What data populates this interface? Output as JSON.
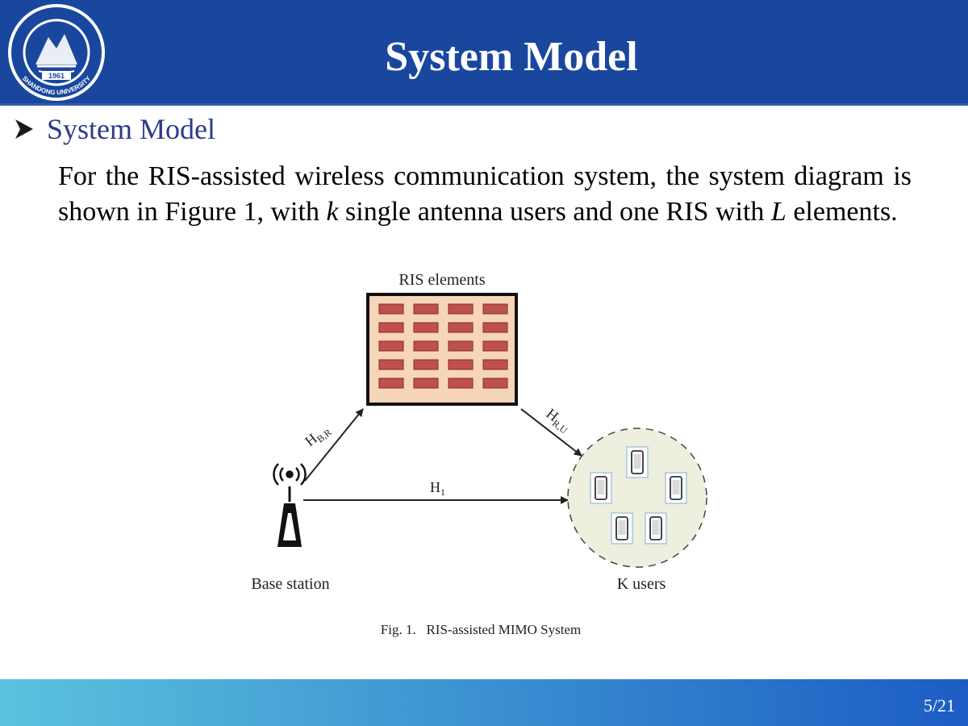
{
  "header": {
    "title": "System Model",
    "logo_year": "1961",
    "logo_text": "SHANDONG UNIVERSITY"
  },
  "section": {
    "bullet": "System Model"
  },
  "paragraph": {
    "part1": "For the RIS-assisted wireless communication system, the system diagram is shown in Figure 1, with ",
    "var_k": "k",
    "part2": " single antenna users and one RIS with ",
    "var_L": "L",
    "part3": " elements."
  },
  "figure": {
    "ris_label": "RIS elements",
    "ris_rows": 5,
    "ris_cols": 4,
    "channel_br_main": "H",
    "channel_br_sub": "B,R",
    "channel_ru_main": "H",
    "channel_ru_sub": "R,U",
    "channel_direct_main": "H",
    "channel_direct_sub": "1",
    "base_station_label": "Base station",
    "users_label": "K users",
    "caption": "Fig. 1.   RIS-assisted MIMO System"
  },
  "footer": {
    "page": "5/21"
  },
  "colors": {
    "header_bg": "#1a479e",
    "bullet_text": "#2e3a8c",
    "ris_fill": "#f7d5b8",
    "ris_element": "#c0504d"
  }
}
